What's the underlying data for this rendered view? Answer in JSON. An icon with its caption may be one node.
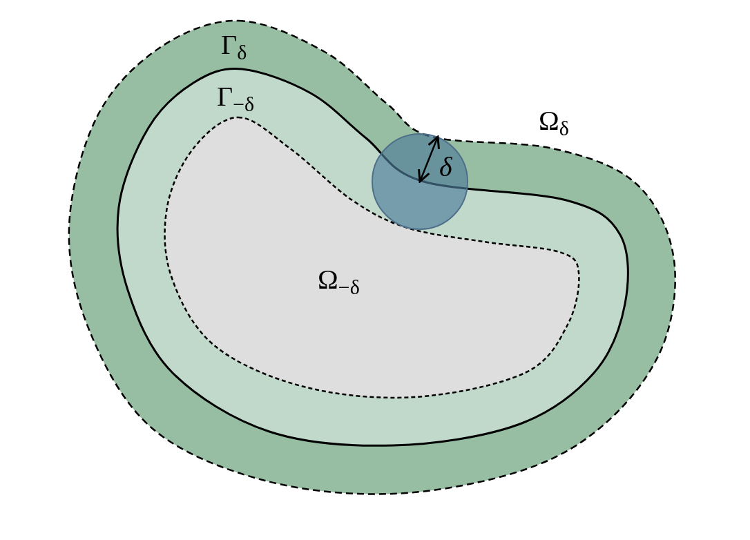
{
  "diagram": {
    "labels": [
      "Γ$_{δ}$",
      "Γ$_{−δ}$",
      "Ω$_{δ}$",
      "δ",
      "Ω$_{−δ}$"
    ]
  }
}
